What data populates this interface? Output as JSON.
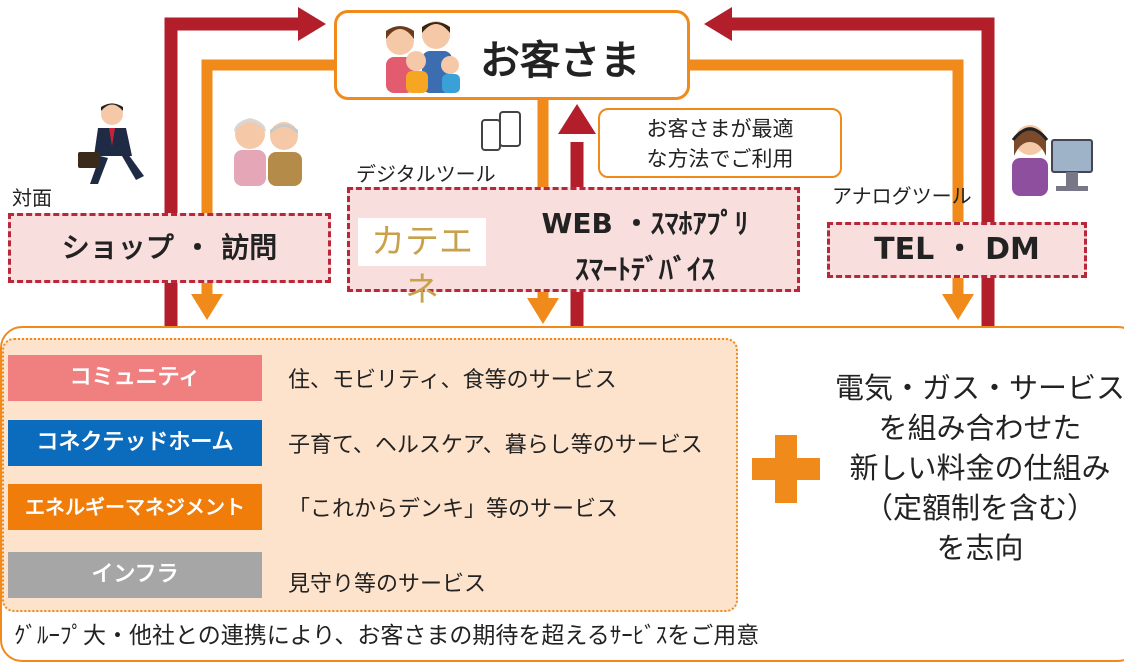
{
  "customer": {
    "title": "お客さま"
  },
  "callout": {
    "line1": "お客さまが最適",
    "line2": "な方法でご利用"
  },
  "channels": {
    "face": {
      "label": "対面",
      "box": "ショップ ・ 訪問"
    },
    "digital": {
      "label": "デジタルツール",
      "logo": "カテエネ",
      "line1": "WEB ・ｽﾏﾎｱﾌﾟﾘ",
      "line2": "ｽﾏｰﾄﾃﾞﾊﾞｲｽ"
    },
    "analog": {
      "label": "アナログツール",
      "box": "TEL ・ DM"
    }
  },
  "services": [
    {
      "label": "コミュニティ",
      "desc": "住、モビリティ、食等のサービス",
      "color": "#f08080"
    },
    {
      "label": "コネクテッドホーム",
      "desc": "子育て、ヘルスケア、暮らし等のサービス",
      "color": "#0b6bbd"
    },
    {
      "label": "エネルギーマネジメント",
      "desc": "「これからデンキ」等のサービス",
      "color": "#f07c0a"
    },
    {
      "label": "インフラ",
      "desc": "見守り等のサービス",
      "color": "#a6a6a6"
    }
  ],
  "right_text": {
    "l1": "電気・ガス・サービス",
    "l2": "を組み合わせた",
    "l3": "新しい料金の仕組み",
    "l4": "（定額制を含む）",
    "l5": "を志向"
  },
  "footer": "ｸﾞﾙｰﾌﾟ大・他社との連携により、お客さまの期待を超えるｻｰﾋﾞｽをご用意",
  "colors": {
    "orange": "#f08a1a",
    "dark_red": "#b31e2b",
    "pink": "#f9dede"
  }
}
